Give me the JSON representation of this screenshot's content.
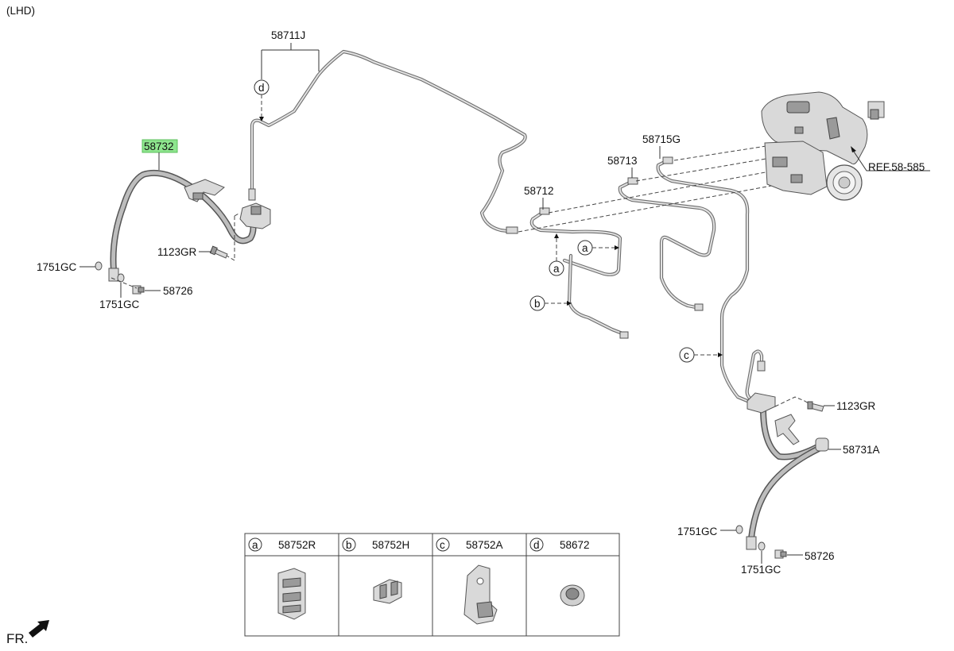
{
  "header": {
    "variant": "(LHD)"
  },
  "footer": {
    "direction": "FR."
  },
  "callouts": {
    "p58711J": "58711J",
    "p58732": "58732",
    "p1751GC_l1": "1751GC",
    "p1751GC_l2": "1751GC",
    "p58726_l": "58726",
    "p1123GR_l": "1123GR",
    "p58712": "58712",
    "p58713": "58713",
    "p58715G": "58715G",
    "ref": "REF.58-585",
    "p1123GR_r": "1123GR",
    "p58731A": "58731A",
    "p1751GC_r1": "1751GC",
    "p1751GC_r2": "1751GC",
    "p58726_r": "58726"
  },
  "markers": {
    "a": "a",
    "b": "b",
    "c": "c",
    "d": "d"
  },
  "legend": [
    {
      "letter": "a",
      "part": "58752R"
    },
    {
      "letter": "b",
      "part": "58752H"
    },
    {
      "letter": "c",
      "part": "58752A"
    },
    {
      "letter": "d",
      "part": "58672"
    }
  ],
  "colors": {
    "highlight": "#8ee58e",
    "line": "#333333",
    "pipe": "#6e6e6e"
  }
}
